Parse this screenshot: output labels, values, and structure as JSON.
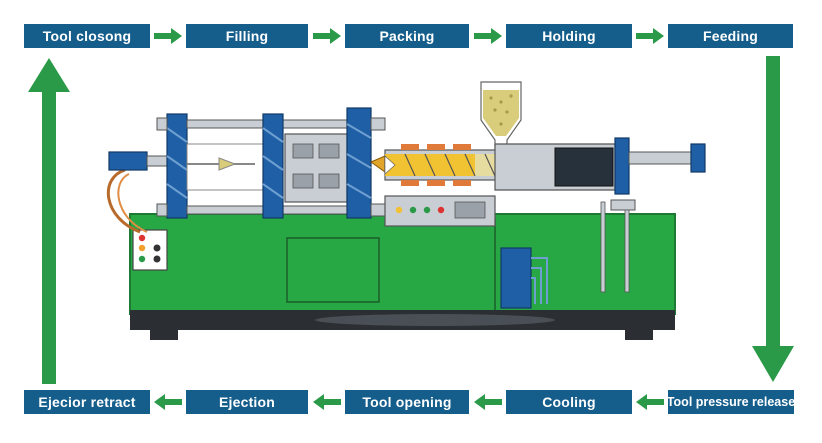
{
  "top_row": [
    {
      "label": "Tool closong"
    },
    {
      "label": "Filling"
    },
    {
      "label": "Packing"
    },
    {
      "label": "Holding"
    },
    {
      "label": "Feeding"
    }
  ],
  "bottom_row": [
    {
      "label": "Ejecior retract"
    },
    {
      "label": "Ejection"
    },
    {
      "label": "Tool opening"
    },
    {
      "label": "Cooling"
    },
    {
      "label": "Tool pressure release"
    }
  ],
  "colors": {
    "step_box": "#155e8c",
    "arrow": "#2a9a48",
    "machine_body": "#27a844",
    "platen": "#1f5fa6",
    "pellets": "#d9cc7a"
  },
  "icons": [
    "right-arrow-icon",
    "left-arrow-icon",
    "down-arrow-icon",
    "up-arrow-icon"
  ]
}
